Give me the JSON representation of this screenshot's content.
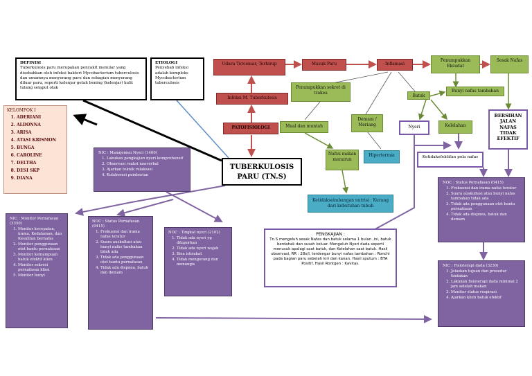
{
  "definisi": {
    "title": "DEFINISI",
    "text": "Tuberkulosis paru merupakan penyakit menular yang disebabkan oleh infeksi bakteri Mycobacterium tuberculosis dan umumnya menyerang paru dan sebagian menyerang diluar paru, seperti kelenjar getah bening (kelenjar) kulit tulang selaput otak"
  },
  "etiologi": {
    "title": "ETIOLOGI",
    "text": "Penyebab infeksi adalah kompleks Mycobacterium tuberculosis"
  },
  "kelompok": {
    "title": "KELOMPOK I",
    "members": [
      "ADERIANI",
      "ALDONNA",
      "ARISA",
      "ATASI KRISMON",
      "BUNGA",
      "CAROLINE",
      "DELTHA",
      "DESI SKP",
      "DIANA"
    ]
  },
  "flow": {
    "udara": "Udara Tercemar, Terhirup",
    "masuk_paru": "Masuk Paru",
    "inflamasi": "Inflamasi",
    "penumpukan_eksudat": "Penumpukkan Eksudat",
    "sesak_nafas": "Sesak Nafas",
    "infeksi": "Infeksi M. Tuberkulosis",
    "patofisiologi": "PATOFISIOLOGI",
    "penumpukan_sekret": "Penumpukkan sekret di trakea",
    "batuk": "Batuk",
    "bunyi_nafas": "Bunyi nafas tambahan",
    "mual": "Mual dan muntah",
    "demam": "Demam / Meriang",
    "nyeri": "Nyeri",
    "kelelahan": "Kelelahan",
    "nafsu": "Nafsu makan menurun",
    "hipertermia": "Hipertermia",
    "bersihan": "BERSIHAN JALAN NAFAS TIDAK EFEKTIF",
    "ketidakefektifan": "Ketidakefektifan pola nafas",
    "ketidakseimbangan": "Ketidakseimbangan nutrisi : Kurang dari kebutuhan tubuh"
  },
  "title_main": "TUBERKULOSIS PARU (TN.S)",
  "nic_nyeri": {
    "title": "NIC : Manajemen Nyeri (1400)",
    "items": [
      "Lakukan pengkajian nyeri komprehensif",
      "Observasi reaksi nonverbal",
      "Ajarkan teknik relaksasi",
      "Kolaborasi pemberian"
    ]
  },
  "nic_monitor": {
    "title": "NIC : Monitor Pernafasan (3350)",
    "items": [
      "Monitor kecepatan, irama, Kedalaman, dan Kesulitan bernafas",
      "Monitor penggunaan otot bantu pernafasan",
      "Monitor kemampuan batuk efektif klien",
      "Monitor sekresi pernafasan klien",
      "Monitor bunyi"
    ]
  },
  "noc_status": {
    "title": "NOC : Status Pernafasan (0415)",
    "items": [
      "Frekuensi dan irama nafas teratur",
      "Suara auskultasi atau bunyi nafas tambahan tidak ada",
      "Tidak ada penggunaan otot bantu pernafasan",
      "Tidak ada dispnea, batuk dan demam"
    ]
  },
  "noc_nyeri": {
    "title": "NOC : Tingkat nyeri (2102)",
    "items": [
      "Tidak ada nyeri yg dilaporkan",
      "Tidak ada nyeri wajah",
      "Bisa istirahat",
      "Tidak mengerang dan menangis"
    ]
  },
  "pengkajian": {
    "title": "PENGKAJIAN :",
    "text": "Tn.S mengeluh sesak Nafas dan batuk selama 1 bulan ,ini, batuk berdahak dan susah keluar. Mengeluh Nyeri dada seperti menusuk apalagi saat batuk, dan Kelelahan saat batuk. Hasil observasi, RR : 28x/I, terdengar bunyi nafas tambahan : Ronchi pada bagian paru sebelah kiri dan kanan. Hasil sputum : BTA Positif, Hasil Rontgen : Kavitas."
  },
  "noc_status_right": {
    "title": "NOC : Status Pernafasan (0415)",
    "items": [
      "Frekuensi dan irama nafas teratur",
      "Suara auskultasi atau bunyi nafas tambahan tidak ada",
      "Tidak ada penggunaan otot bantu pernafasan",
      "Tidak ada dispnea, batuk dan demam"
    ]
  },
  "nic_fisio": {
    "title": "NIC : Fisioterapi dada (3230)",
    "items": [
      "Jelaskan tujuan dan prosedur tindakan",
      "Lakukan fisioterapi dada minimal 2 jam setelah makan",
      "Monitor status respirasi",
      "Ajarkan klien batuk efektif"
    ]
  }
}
